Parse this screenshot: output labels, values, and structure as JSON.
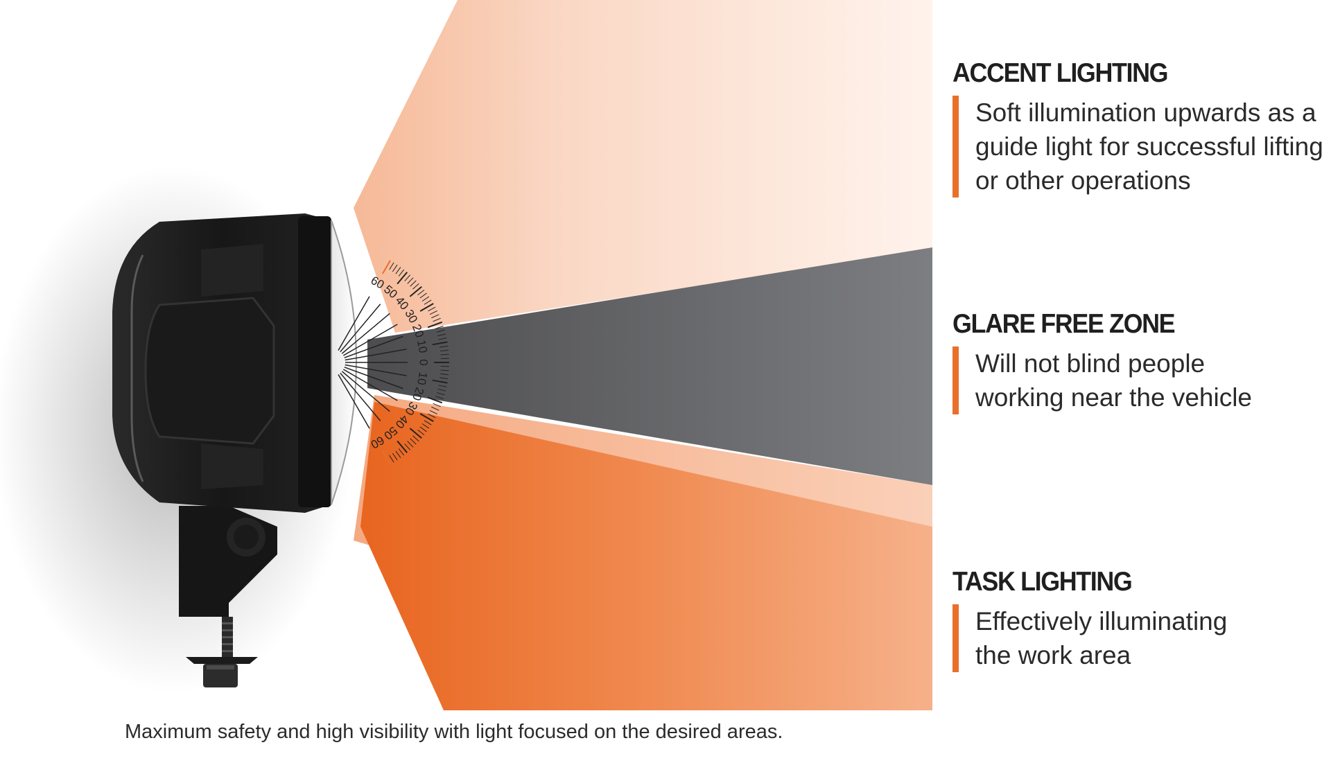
{
  "zones": [
    {
      "title": "ACCENT LIGHTING",
      "description": "Soft illumination upwards as a guide light for successful lifting or other operations"
    },
    {
      "title": "GLARE FREE ZONE",
      "description": "Will not blind people working near the vehicle"
    },
    {
      "title": "TASK LIGHTING",
      "description": "Effectively illuminating the work area"
    }
  ],
  "caption": "Maximum safety and high visibility with light focused on the desired areas.",
  "protractor": {
    "labels": [
      "60",
      "50",
      "40",
      "30",
      "20",
      "10",
      "0",
      "10",
      "20",
      "30",
      "40",
      "50",
      "60"
    ]
  },
  "colors": {
    "accent": "#e8702a",
    "glare_zone": "#6e6f72",
    "task_light": "#ee7a3b",
    "accent_light": "#f8d5c2",
    "lamp_body": "#1c1c1c"
  }
}
